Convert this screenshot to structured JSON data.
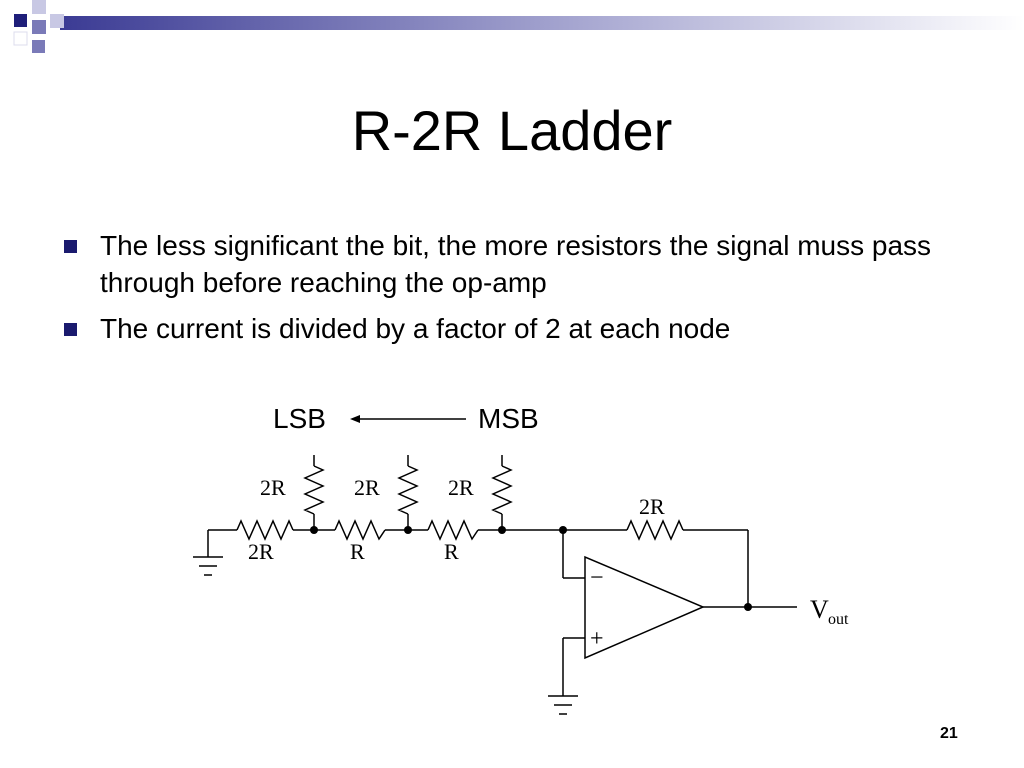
{
  "slide": {
    "title": "R-2R Ladder",
    "bullets": [
      "The less significant the bit, the more resistors the signal muss pass through before reaching the op-amp",
      "The current is divided by a factor of 2 at each node"
    ],
    "page_number": "21"
  },
  "diagram": {
    "lsb_label": "LSB",
    "msb_label": "MSB",
    "vertical_resistor_labels": [
      "2R",
      "2R",
      "2R"
    ],
    "series_resistor_labels": [
      "2R",
      "R",
      "R"
    ],
    "feedback_label": "2R",
    "inverting_input_symbol": "−",
    "noninverting_input_symbol": "+",
    "output_label_main": "V",
    "output_label_sub": "out"
  },
  "colors": {
    "bullet_marker": "#1a1a6e",
    "header_dark": "#2e2e8c",
    "header_mid": "#7a7ab8",
    "header_light": "#c8c8e4"
  }
}
